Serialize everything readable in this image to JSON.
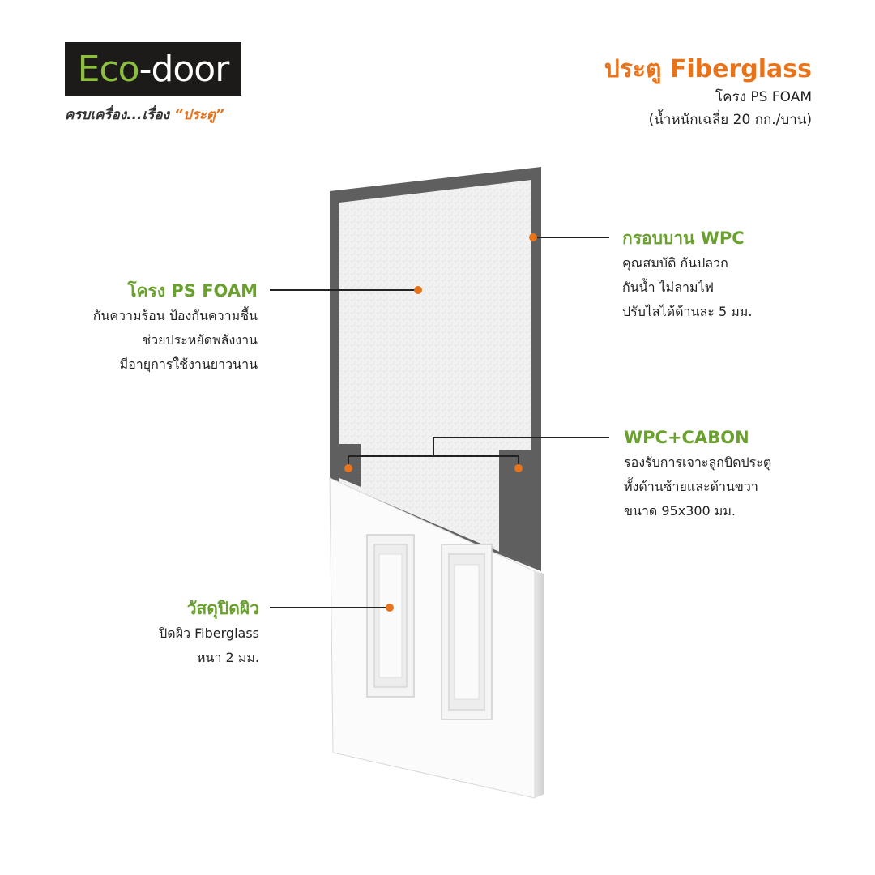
{
  "brand": {
    "logo_part1": "Eco",
    "logo_part2": "-door",
    "tagline_prefix": "ครบเครื่อง...เรื่อง ",
    "tagline_highlight": "“ประตู”"
  },
  "header": {
    "title": "ประตู Fiberglass",
    "subtitle_1": "โครง PS FOAM",
    "subtitle_2": "(น้ำหนักเฉลี่ย 20 กก./บาน)"
  },
  "callouts": {
    "frame": {
      "title": "กรอบบาน WPC",
      "lines": [
        "คุณสมบัติ กันปลวก",
        "กันน้ำ ไม่ลามไฟ",
        "ปรับไสได้ด้านละ 5 มม."
      ]
    },
    "core": {
      "title": "โครง PS FOAM",
      "lines": [
        "กันความร้อน ป้องกันความชื้น",
        "ช่วยประหยัดพลังงาน",
        "มีอายุการใช้งานยาวนาน"
      ]
    },
    "lock_block": {
      "title": "WPC+CABON",
      "lines": [
        "รองรับการเจาะลูกบิดประตู",
        "ทั้งด้านซ้ายและด้านขวา",
        "ขนาด 95x300 มม."
      ]
    },
    "skin": {
      "title": "วัสดุปิดผิว",
      "lines": [
        "ปิดผิว Fiberglass",
        "หนา 2 มม."
      ]
    }
  },
  "colors": {
    "brand_green": "#6aa12e",
    "accent_orange": "#e8731a",
    "frame_gray": "#5f5f5f",
    "foam": "#f2f2f2",
    "skin_white": "#fbfbfb"
  }
}
